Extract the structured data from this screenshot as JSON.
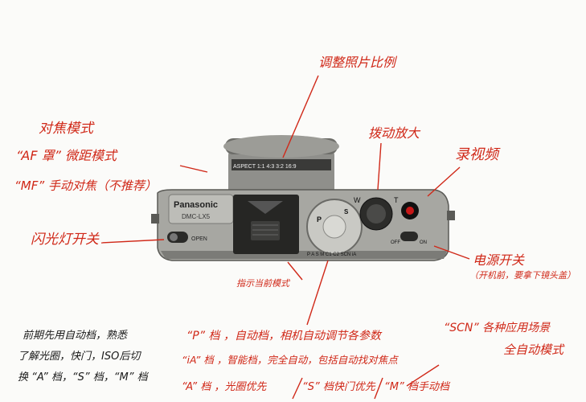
{
  "camera": {
    "brand": "Panasonic",
    "model": "DMC-LX5",
    "aspect_ring": "ASPECT 1:1  4:3  3:2  16:9",
    "zoom_w": "W",
    "zoom_t": "T",
    "flash_open": "OPEN",
    "switch_off": "OFF",
    "switch_on": "ON",
    "dial_modes": "P A S M C1 C2 SCN iA",
    "body_color": "#a7a7a2",
    "record_button_color": "#c81818"
  },
  "annotations": {
    "aspect_ratio": "调整照片比例",
    "focus_mode_title": "对焦模式",
    "focus_af": "“AF 罩” 微距模式",
    "focus_mf": "“MF” 手动对焦（不推荐）",
    "zoom_lever": "拨动放大",
    "video": "录视频",
    "flash_switch": "闪光灯开关",
    "power_switch": "电源开关",
    "power_note": "（开机前，要拿下镜头盖）",
    "mode_indicator": "指示当前模式",
    "tips_line1": "前期先用自动档，熟悉",
    "tips_line2": "了解光圈，快门，ISO后切",
    "tips_line3": "换 “A” 档，“S” 档，“M” 档",
    "mode_p": "“P” 档 ，自动档，相机自动调节各参数",
    "mode_ia": "“iA” 档 ，智能档，完全自动，包括自动找对焦点",
    "mode_asm_a": "“A” 档 ，光圈优先",
    "mode_asm_s": "“S” 档快门优先",
    "mode_asm_m": "“M” 档手动档",
    "scn_line1": "“SCN”  各种应用场景",
    "scn_line2": "全自动模式"
  },
  "colors": {
    "annotation_ink": "#d02818",
    "pencil_ink": "#1a1a1a",
    "background": "#fbfbf9"
  }
}
